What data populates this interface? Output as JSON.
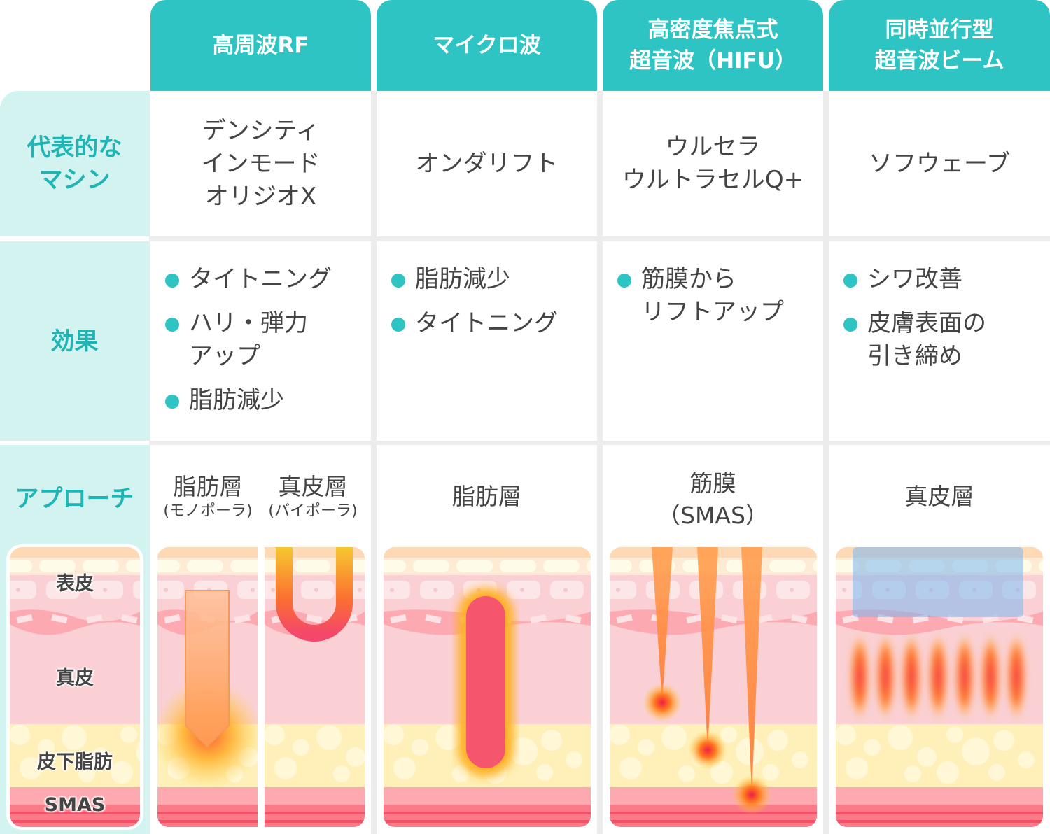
{
  "header": {
    "columns": [
      {
        "lines": [
          "高周波RF"
        ]
      },
      {
        "lines": [
          "マイクロ波"
        ]
      },
      {
        "lines": [
          "高密度焦点式",
          "超音波（HIFU）"
        ]
      },
      {
        "lines": [
          "同時並行型",
          "超音波ビーム"
        ]
      }
    ]
  },
  "rows": {
    "machines": {
      "label": [
        "代表的な",
        "マシン"
      ],
      "cells": [
        [
          "デンシティ",
          "インモード",
          "オリジオX"
        ],
        [
          "オンダリフト"
        ],
        [
          "ウルセラ",
          "ウルトラセルQ+"
        ],
        [
          "ソフウェーブ"
        ]
      ]
    },
    "effects": {
      "label": "効果",
      "cells": [
        [
          [
            "タイトニング"
          ],
          [
            "ハリ・弾力",
            "アップ"
          ],
          [
            "脂肪減少"
          ]
        ],
        [
          [
            "脂肪減少"
          ],
          [
            "タイトニング"
          ]
        ],
        [
          [
            "筋膜から",
            "リフトアップ"
          ]
        ],
        [
          [
            "シワ改善"
          ],
          [
            "皮膚表面の",
            "引き締め"
          ]
        ]
      ]
    },
    "approach": {
      "label": "アプローチ",
      "rf_mono": {
        "title": "脂肪層",
        "sub": "(モノポーラ)"
      },
      "rf_bi": {
        "title": "真皮層",
        "sub": "(バイポーラ)"
      },
      "microwave": "脂肪層",
      "hifu": [
        "筋膜",
        "（SMAS）"
      ],
      "sofwave": "真皮層"
    }
  },
  "skin_layers": {
    "epidermis": "表皮",
    "dermis": "真皮",
    "fat": "皮下脂肪",
    "smas": "SMAS"
  },
  "colors": {
    "teal": "#2ec4c4",
    "label_bg": "#d3f3f1",
    "dermis": "#fad0d4",
    "fat": "#fef0b8",
    "smas": "#fca9af"
  }
}
